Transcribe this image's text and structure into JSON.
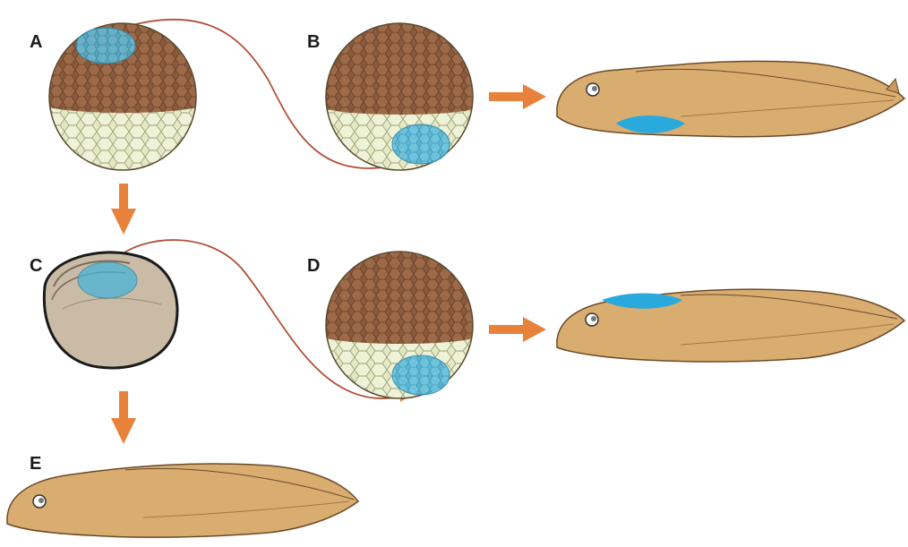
{
  "labels": {
    "a": "A",
    "b": "B",
    "c": "C",
    "d": "D",
    "e": "E"
  },
  "colors": {
    "animal_cap": "#8a5a3c",
    "vegetal_cells": "#e4e9c4",
    "transplanted_tissue": "#49b3d8",
    "tadpole_body": "#d9ad6f",
    "tadpole_outline": "#6b4a2a",
    "arrow": "#e8823a",
    "transfer_line": "#b0523a",
    "gastrula": "#c9bba6"
  }
}
